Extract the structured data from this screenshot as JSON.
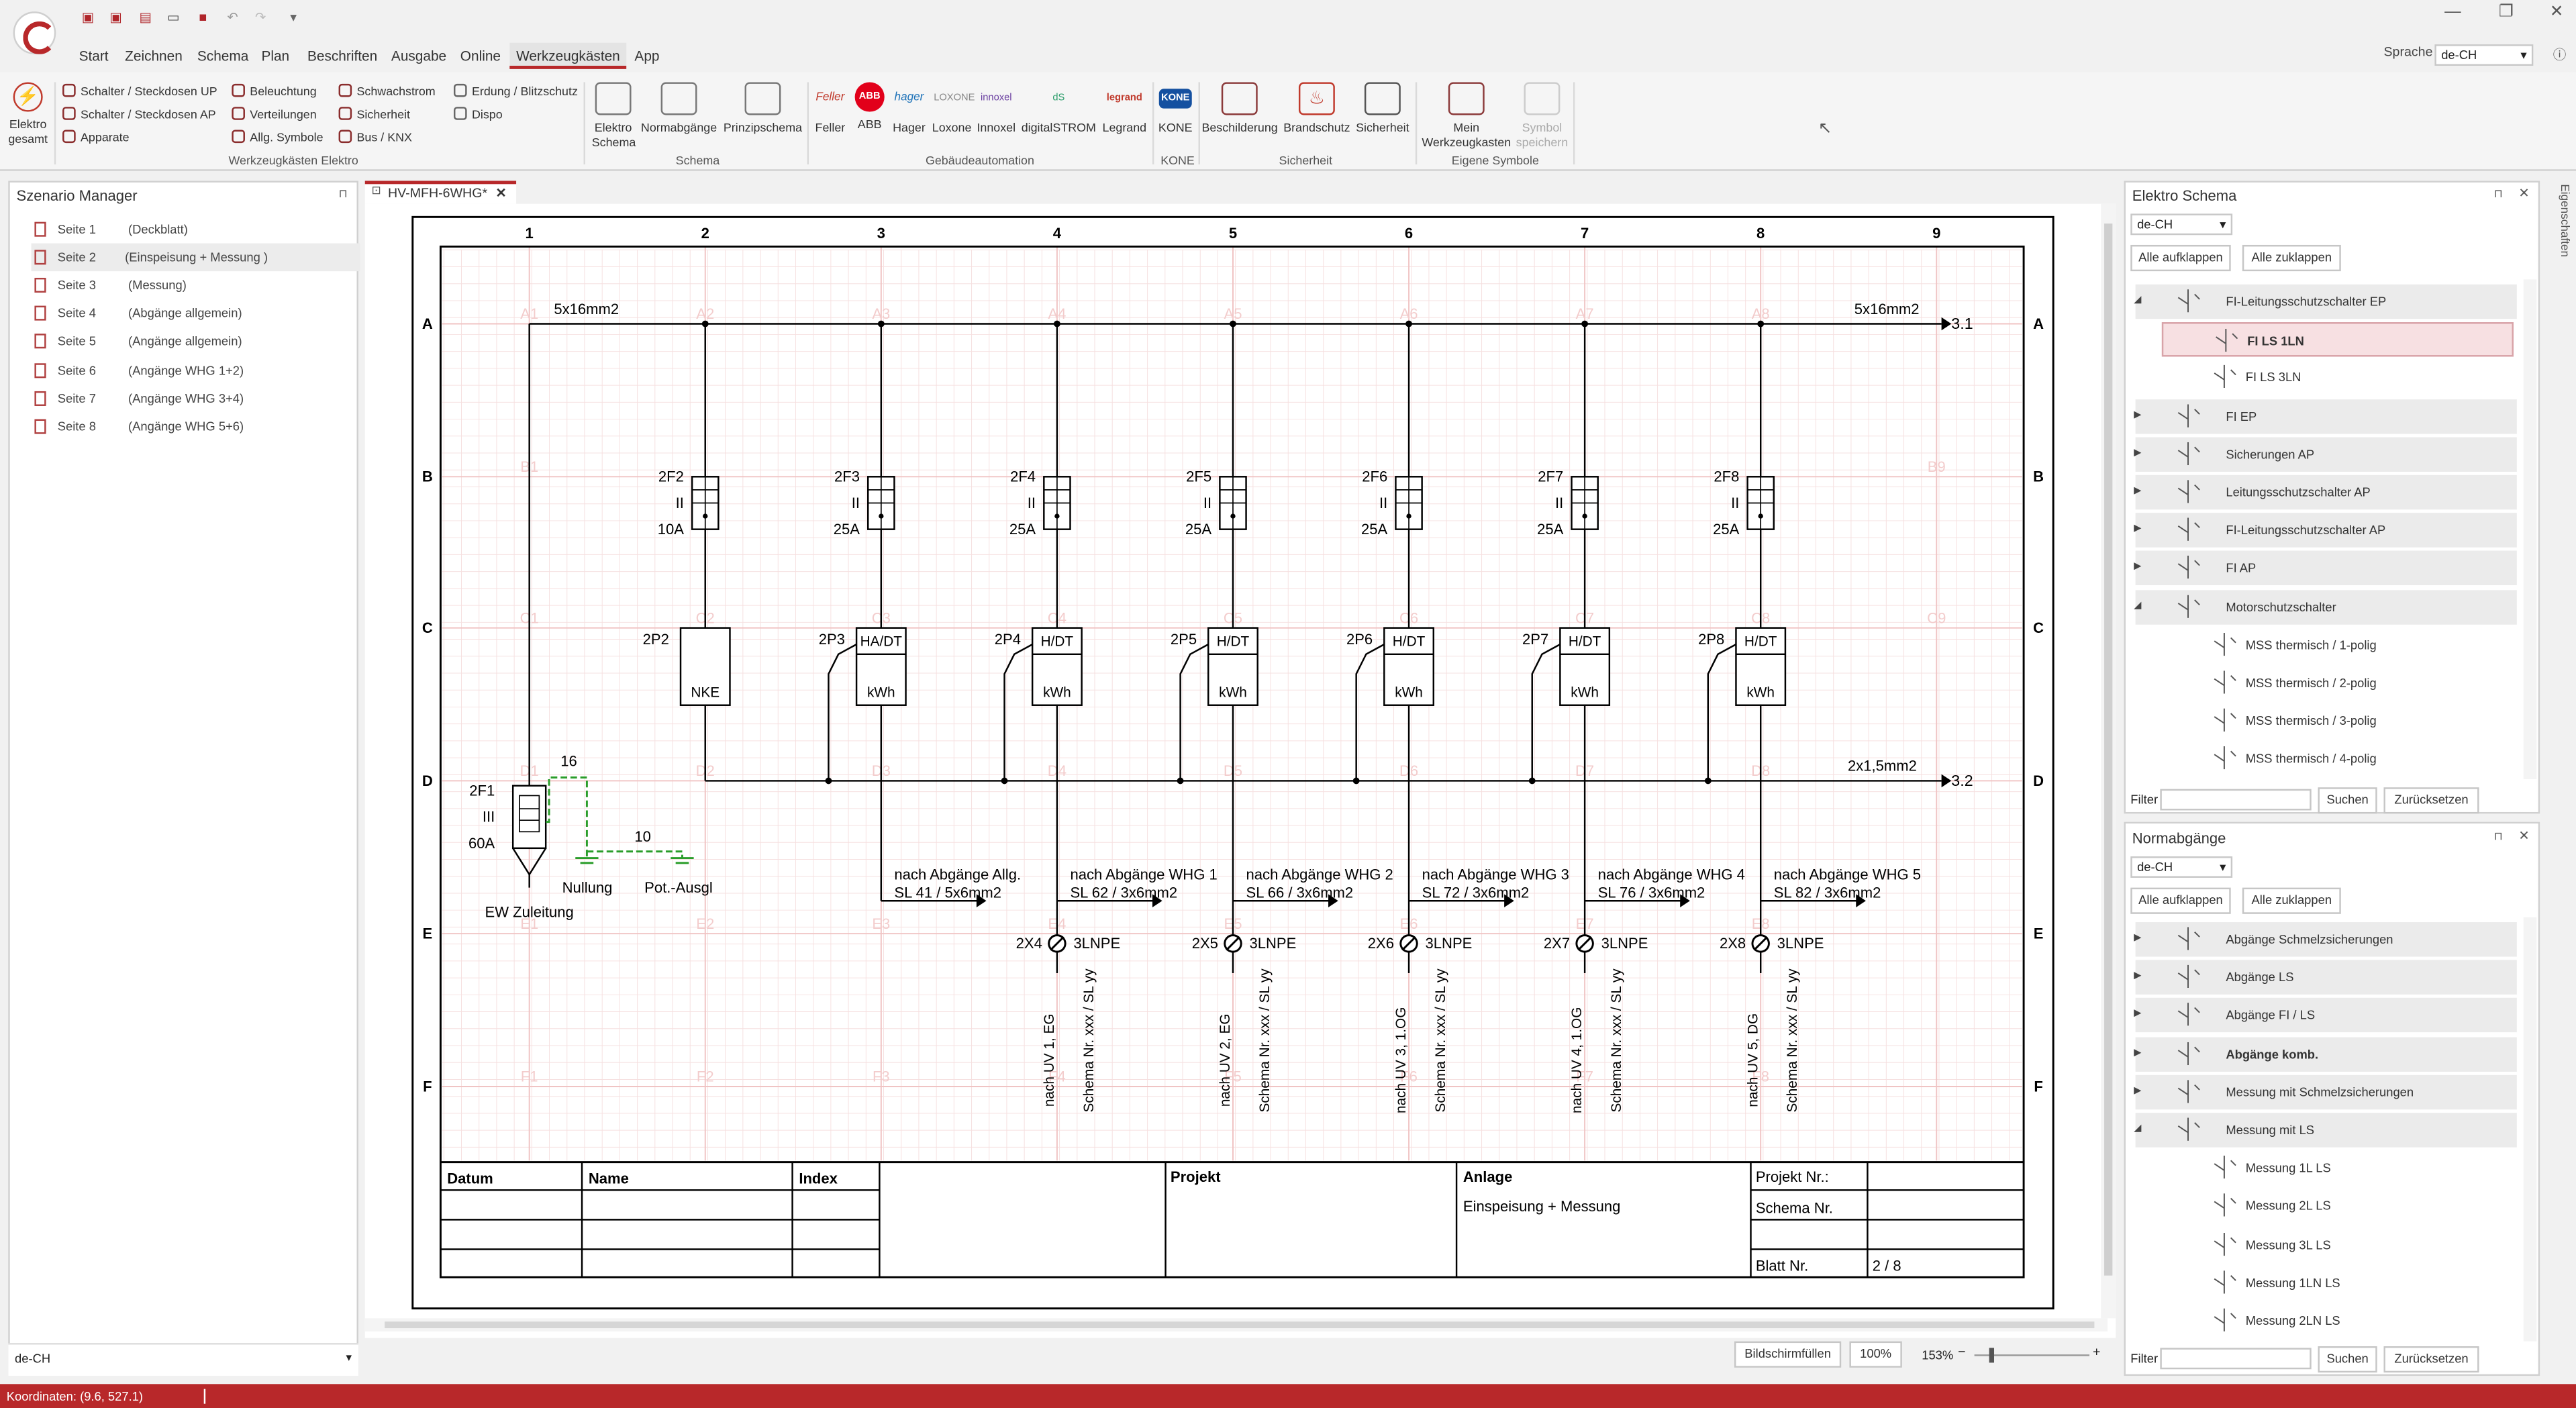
{
  "menu": [
    "Start",
    "Zeichnen",
    "Schema",
    "Plan",
    "Beschriften",
    "Ausgabe",
    "Online",
    "Werkzeugkästen",
    "App"
  ],
  "language": {
    "label": "Sprache",
    "value": "de-CH"
  },
  "ribbon": {
    "elektro_gesamt": "Elektro gesamt",
    "small_col1": [
      "Schalter / Steckdosen UP",
      "Schalter / Steckdosen AP",
      "Apparate"
    ],
    "small_col2": [
      "Beleuchtung",
      "Verteilungen",
      "Allg. Symbole"
    ],
    "small_col3": [
      "Schwachstrom",
      "Sicherheit",
      "Bus / KNX"
    ],
    "small_col4": [
      "Erdung / Blitzschutz",
      "Dispo"
    ],
    "schema_items": [
      "Elektro Schema",
      "Normabgänge",
      "Prinzipschema"
    ],
    "gebaeude_items": [
      "Feller",
      "ABB",
      "Hager",
      "Loxone",
      "Innoxel",
      "digitalSTROM",
      "Legrand"
    ],
    "kone_items": [
      "KONE"
    ],
    "sicherheit_items": [
      "Beschilderung",
      "Brandschutz",
      "Sicherheit"
    ],
    "eigene_items": [
      "Mein Werkzeugkasten",
      "Symbol speichern"
    ],
    "groups": [
      "Werkzeugkästen Elektro",
      "Schema",
      "Gebäudeautomation",
      "KONE",
      "Sicherheit",
      "Eigene Symbole"
    ]
  },
  "scenario_manager": {
    "title": "Szenario Manager",
    "pages": [
      {
        "page": "Seite 1",
        "desc": "(Deckblatt)"
      },
      {
        "page": "Seite 2",
        "desc": "(Einspeisung + Messung )"
      },
      {
        "page": "Seite 3",
        "desc": "(Messung)"
      },
      {
        "page": "Seite 4",
        "desc": "(Abgänge allgemein)"
      },
      {
        "page": "Seite 5",
        "desc": "(Angänge allgemein)"
      },
      {
        "page": "Seite 6",
        "desc": "(Angänge WHG 1+2)"
      },
      {
        "page": "Seite 7",
        "desc": "(Angänge WHG 3+4)"
      },
      {
        "page": "Seite 8",
        "desc": "(Angänge WHG 5+6)"
      }
    ],
    "footer_lang": "de-CH"
  },
  "document_tab": "HV-MFH-6WHG*",
  "drawing": {
    "columns": [
      "1",
      "2",
      "3",
      "4",
      "5",
      "6",
      "7",
      "8",
      "9"
    ],
    "rows": [
      "A",
      "B",
      "C",
      "D",
      "E",
      "F"
    ],
    "cell_labels": [
      "A1",
      "A2",
      "A3",
      "A4",
      "A5",
      "A6",
      "A7",
      "A8",
      "B1",
      "B9",
      "C1",
      "C2",
      "C3",
      "C4",
      "C5",
      "C6",
      "C7",
      "C8",
      "C9",
      "D1",
      "D2",
      "D3",
      "D4",
      "D5",
      "D6",
      "D7",
      "D8",
      "E1",
      "E2",
      "E3",
      "E4",
      "E5",
      "E6",
      "E7",
      "E8",
      "F1",
      "F2",
      "F3",
      "F4",
      "F5",
      "F6",
      "F7",
      "F8"
    ],
    "busbar_top_left": "5x16mm2",
    "busbar_top_right": "5x16mm2",
    "ref_top": "3.1",
    "busbar_bottom": "2x1,5mm2",
    "ref_bottom": "3.2",
    "fuses": [
      {
        "id": "2F2",
        "poles": "II",
        "rating": "10A"
      },
      {
        "id": "2F3",
        "poles": "II",
        "rating": "25A"
      },
      {
        "id": "2F4",
        "poles": "II",
        "rating": "25A"
      },
      {
        "id": "2F5",
        "poles": "II",
        "rating": "25A"
      },
      {
        "id": "2F6",
        "poles": "II",
        "rating": "25A"
      },
      {
        "id": "2F7",
        "poles": "II",
        "rating": "25A"
      },
      {
        "id": "2F8",
        "poles": "II",
        "rating": "25A"
      }
    ],
    "meters": [
      {
        "id": "2P2",
        "top": "",
        "bottom": "NKE"
      },
      {
        "id": "2P3",
        "top": "HA/DT",
        "bottom": "kWh"
      },
      {
        "id": "2P4",
        "top": "H/DT",
        "bottom": "kWh"
      },
      {
        "id": "2P5",
        "top": "H/DT",
        "bottom": "kWh"
      },
      {
        "id": "2P6",
        "top": "H/DT",
        "bottom": "kWh"
      },
      {
        "id": "2P7",
        "top": "H/DT",
        "bottom": "kWh"
      },
      {
        "id": "2P8",
        "top": "H/DT",
        "bottom": "kWh"
      }
    ],
    "main_fuse": {
      "id": "2F1",
      "poles": "III",
      "rating": "60A",
      "label": "EW Zuleitung"
    },
    "earth": {
      "n16": "16",
      "n10": "10",
      "nullung": "Nullung",
      "potausgl": "Pot.-Ausgl"
    },
    "outputs": [
      {
        "line1": "nach Abgänge Allg.",
        "line2": "SL 41 / 5x6mm2"
      },
      {
        "line1": "nach Abgänge WHG 1",
        "line2": "SL 62 / 3x6mm2"
      },
      {
        "line1": "nach Abgänge WHG 2",
        "line2": "SL 66 / 3x6mm2"
      },
      {
        "line1": "nach Abgänge WHG 3",
        "line2": "SL 72 / 3x6mm2"
      },
      {
        "line1": "nach Abgänge WHG 4",
        "line2": "SL 76 / 3x6mm2"
      },
      {
        "line1": "nach Abgänge WHG 5",
        "line2": "SL 82 / 3x6mm2"
      }
    ],
    "terminals": [
      {
        "id": "2X4",
        "type": "3LNPE",
        "v1": "nach UV 1, EG",
        "v2": "Schema Nr. xxx / SL yy"
      },
      {
        "id": "2X5",
        "type": "3LNPE",
        "v1": "nach UV 2, EG",
        "v2": "Schema Nr. xxx / SL yy"
      },
      {
        "id": "2X6",
        "type": "3LNPE",
        "v1": "nach UV 3, 1.OG",
        "v2": "Schema Nr. xxx / SL yy"
      },
      {
        "id": "2X7",
        "type": "3LNPE",
        "v1": "nach UV 4, 1.OG",
        "v2": "Schema Nr. xxx / SL yy"
      },
      {
        "id": "2X8",
        "type": "3LNPE",
        "v1": "nach UV 5, DG",
        "v2": "Schema Nr. xxx / SL yy"
      }
    ],
    "titleblock": {
      "datum": "Datum",
      "name": "Name",
      "index": "Index",
      "projekt": "Projekt",
      "anlage": "Anlage",
      "anlage_value": "Einspeisung + Messung",
      "projekt_nr": "Projekt Nr.:",
      "schema_nr": "Schema Nr.",
      "blatt_nr": "Blatt Nr.",
      "blatt_value": "2 / 8"
    }
  },
  "canvas_footer": {
    "fit": "Bildschirmfüllen",
    "zoom_100": "100%",
    "zoom": "153%"
  },
  "elektro_schema_panel": {
    "title": "Elektro Schema",
    "lang": "de-CH",
    "expand": "Alle aufklappen",
    "collapse": "Alle zuklappen",
    "items": [
      {
        "label": "FI-Leitungsschutzschalter EP",
        "level": 0,
        "state": "open"
      },
      {
        "label": "FI LS 1LN",
        "level": 1,
        "state": "selected"
      },
      {
        "label": "FI LS 3LN",
        "level": 1,
        "state": "leaf"
      },
      {
        "label": "FI EP",
        "level": 0,
        "state": "closed"
      },
      {
        "label": "Sicherungen AP",
        "level": 0,
        "state": "closed"
      },
      {
        "label": "Leitungsschutzschalter AP",
        "level": 0,
        "state": "closed"
      },
      {
        "label": "FI-Leitungsschutzschalter AP",
        "level": 0,
        "state": "closed"
      },
      {
        "label": "FI AP",
        "level": 0,
        "state": "closed"
      },
      {
        "label": "Motorschutzschalter",
        "level": 0,
        "state": "open"
      },
      {
        "label": "MSS thermisch / 1-polig",
        "level": 1,
        "state": "leaf"
      },
      {
        "label": "MSS thermisch / 2-polig",
        "level": 1,
        "state": "leaf"
      },
      {
        "label": "MSS thermisch / 3-polig",
        "level": 1,
        "state": "leaf"
      },
      {
        "label": "MSS thermisch / 4-polig",
        "level": 1,
        "state": "leaf"
      }
    ],
    "filter": "Filter",
    "search": "Suchen",
    "reset": "Zurücksetzen"
  },
  "normabgaenge_panel": {
    "title": "Normabgänge",
    "lang": "de-CH",
    "expand": "Alle aufklappen",
    "collapse": "Alle zuklappen",
    "items": [
      {
        "label": "Abgänge Schmelzsicherungen",
        "level": 0,
        "state": "closed"
      },
      {
        "label": "Abgänge LS",
        "level": 0,
        "state": "closed"
      },
      {
        "label": "Abgänge FI / LS",
        "level": 0,
        "state": "closed"
      },
      {
        "label": "Abgänge komb.",
        "level": 0,
        "state": "bold"
      },
      {
        "label": "Messung mit Schmelzsicherungen",
        "level": 0,
        "state": "closed"
      },
      {
        "label": "Messung mit LS",
        "level": 0,
        "state": "open"
      },
      {
        "label": "Messung 1L LS",
        "level": 1,
        "state": "leaf"
      },
      {
        "label": "Messung 2L LS",
        "level": 1,
        "state": "leaf"
      },
      {
        "label": "Messung 3L LS",
        "level": 1,
        "state": "leaf"
      },
      {
        "label": "Messung 1LN LS",
        "level": 1,
        "state": "leaf"
      },
      {
        "label": "Messung 2LN LS",
        "level": 1,
        "state": "leaf"
      }
    ],
    "filter": "Filter",
    "search": "Suchen",
    "reset": "Zurücksetzen"
  },
  "side_tab": "Eigenschaften",
  "status": "Koordinaten: (9.6, 527.1)",
  "colors": {
    "accent": "#b8282a",
    "grid": "#f0c4c4",
    "earth": "#2a9d2a"
  }
}
